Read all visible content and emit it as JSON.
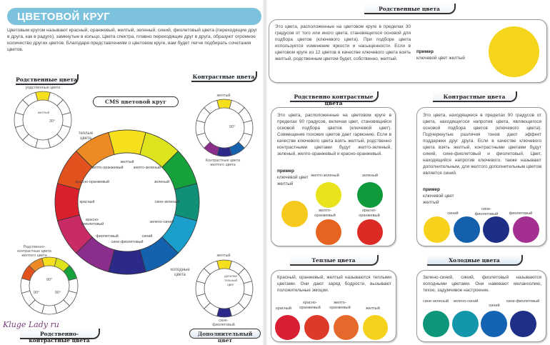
{
  "left": {
    "title": "ЦВЕТОВОЙ КРУГ",
    "intro": "Цветовым кругом называют красный, оранжевый, желтый, зеленый, синий, фиолетовый цвета (переходящие друг в друга, как в радуге), замкнутые в кольцо. Цвета спектра, плавно переходящие друг в друга, образуют огромное количество других цветов. Благодаря представлениям о цветовом круге, вам будет легче подбирать сочетания цветов.",
    "main_wheel_title": "CMS цветовой круг",
    "warm_label": "теплые цвета",
    "cold_label": "холодные цвета",
    "segment_colors": [
      "#f6df1c",
      "#dde31d",
      "#16a13d",
      "#109077",
      "#1a9fca",
      "#1461ae",
      "#2c2a88",
      "#8b2d8d",
      "#c82b66",
      "#d9202c",
      "#e2521f",
      "#ee8a23"
    ],
    "segment_labels": [
      "желтый",
      "желто-зеленый",
      "зеленый",
      "сине-зеленый",
      "зелено-синий",
      "синий",
      "сине-фиолетовый",
      "фиолетовый",
      "красно-фиолетовый",
      "красный",
      "красно-оранжевый",
      "желто-оранжевый"
    ],
    "related_wheel": {
      "title": "Родственные цвета",
      "top_label": "родственные цвета",
      "key_label": "желтый",
      "angle": "30°",
      "highlight": [
        0
      ]
    },
    "contrast_wheel": {
      "title": "Контрастные цвета",
      "top_label": "желтый",
      "angle": "90°",
      "caption": "Контрастные цвета желтого цвета",
      "highlight": [
        0,
        5,
        6,
        7
      ]
    },
    "related_contrast_wheel": {
      "title": "Родственно-контрастные цвета",
      "top_label": "Родственно-контрастные цвета желтого цвета",
      "angles": [
        "90°",
        "90°",
        "90°"
      ],
      "highlight": [
        10,
        11,
        0,
        1,
        2
      ]
    },
    "complement_wheel": {
      "title": "Дополнительный цвет",
      "top_label": "желтый",
      "middle_label": "дополнительный цвет",
      "bottom_label": "сине-фиолетовый",
      "highlight": [
        0,
        6
      ]
    },
    "watermark": "Kluge Lady ru"
  },
  "right": {
    "related": {
      "title": "Родственные цвета",
      "text": "Это цвета, расположенные на цветовом круге в пределах 30 градусов от того или иного цвета, становящегося основой для подбора цветов (ключевого цвета). При подборе цвета используется изменение яркости и насыщенности. Если в цветовом круге из 12 цветов в качестве ключевого цвета взять желтый, родственным цветом будет, собственно, желтый.",
      "example_heading": "пример",
      "example_text": "ключевой цвет желтый",
      "key_color": "#f5d51c"
    },
    "related_contrast": {
      "title": "Родственно контрастные цвета",
      "text": "Это цвета, расположенные на цветовом круге в пределах 90 градусов, включая цвет, становящийся основой подбора цветов (ключевой цвет). Совмещение похожих цветов дает гармонию. Если в качестве ключевого цвета взять желтый, родственно контрастными цветами будут желто-зеленый, зеленый, желто-оранжевый и красно-оранжевый.",
      "example_heading": "пример",
      "example_text": "ключевой цвет желтый",
      "key_color": "#f6c91e",
      "swatches": [
        {
          "label": "желто-зеленый",
          "color": "#e9e31e"
        },
        {
          "label": "зеленый",
          "color": "#0f9a3c"
        },
        {
          "label": "желто-оранжевый",
          "color": "#e6641f"
        },
        {
          "label": "красно-оранжевый",
          "color": "#dc2a25"
        }
      ]
    },
    "contrast": {
      "title": "Контрастные цвета",
      "text": "Это цвета, находящиеся в пределах 90 градусов от цвета, находящегося напротив цвета, являющегося основой подбора цветов (ключевого цвета). Подчеркнутые различия тонов дают эффект поддержки друг друга. Если в качестве ключевого цвета взять желтый, контрастными цветами будут синий, сине-фиолетовый и фиолетовый. Цвет, находящийся напротив ключевого, также называют дополнительным, для желтого дополнительным цветом является синий.",
      "example_heading": "пример",
      "example_text": "ключевой цвет желтый",
      "key_color": "#f6d21c",
      "swatches": [
        {
          "label": "синий",
          "color": "#1460ac"
        },
        {
          "label": "сине-фиолетовый",
          "color": "#1e2e86"
        },
        {
          "label": "фиолетовый",
          "color": "#a32f91"
        }
      ]
    },
    "warm": {
      "title": "Теплые цвета",
      "text": "Красный, оранжевый, желтый называются теплыми цветами. Они дают заряд бодрости, вызывают положительные эмоции.",
      "swatches": [
        {
          "label": "красный",
          "color": "#d91f32"
        },
        {
          "label": "красно-оранжевый",
          "color": "#dc3b2a"
        },
        {
          "label": "желто-оранжевый",
          "color": "#e5692a"
        },
        {
          "label": "желтый",
          "color": "#f5d21d"
        }
      ]
    },
    "cold": {
      "title": "Холодные цвета",
      "text": "Зелено-синий, синий, фиолетовый называются холодными цветами. Они навевают меланхолию, тихое, задумчивое настроение.",
      "swatches": [
        {
          "label": "сине-зеленый",
          "color": "#0d9679"
        },
        {
          "label": "зелено-синий",
          "color": "#1496aa"
        },
        {
          "label": "синий",
          "color": "#1563b3"
        },
        {
          "label": "сине-фиолетовый",
          "color": "#1f2f88"
        }
      ]
    }
  }
}
